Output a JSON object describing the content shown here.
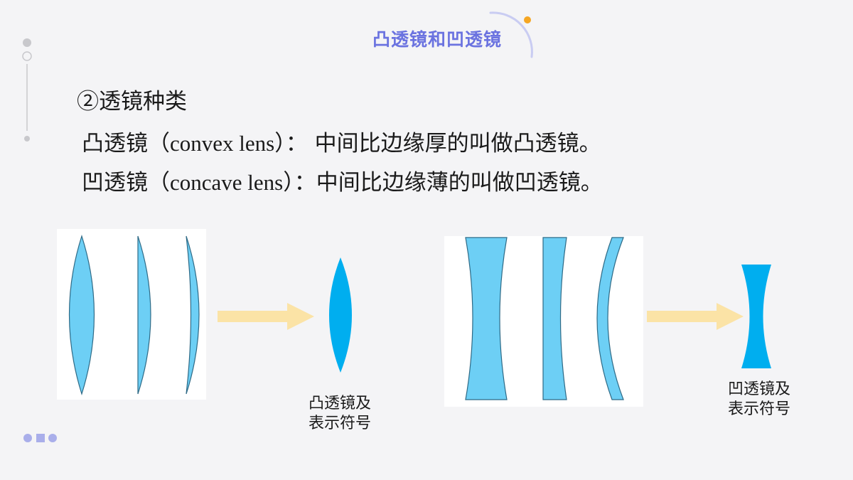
{
  "title": "凸透镜和凹透镜",
  "heading": "②透镜种类",
  "convex_def": {
    "name": "凸透镜",
    "open_paren": "（",
    "english": "convex lens",
    "close_paren": "）：",
    "text": " 中间比边缘厚的叫做凸透镜。"
  },
  "concave_def": {
    "name": "凹透镜",
    "open_paren": "（",
    "english": "concave lens",
    "close_paren": "）：",
    "text": "中间比边缘薄的叫做凹透镜。"
  },
  "convex_caption": {
    "line1": "凸透镜及",
    "line2": "表示符号"
  },
  "concave_caption": {
    "line1": "凹透镜及",
    "line2": "表示符号"
  },
  "colors": {
    "title": "#6b73e0",
    "lens_fill": "#6dcff5",
    "lens_stroke": "#2e6a86",
    "symbol_fill": "#00aeef",
    "arrow": "#fbe3a6",
    "accent_dot": "#f5a623",
    "decor": "#c8c8cc",
    "bottom_dots": "#a9aeea"
  }
}
